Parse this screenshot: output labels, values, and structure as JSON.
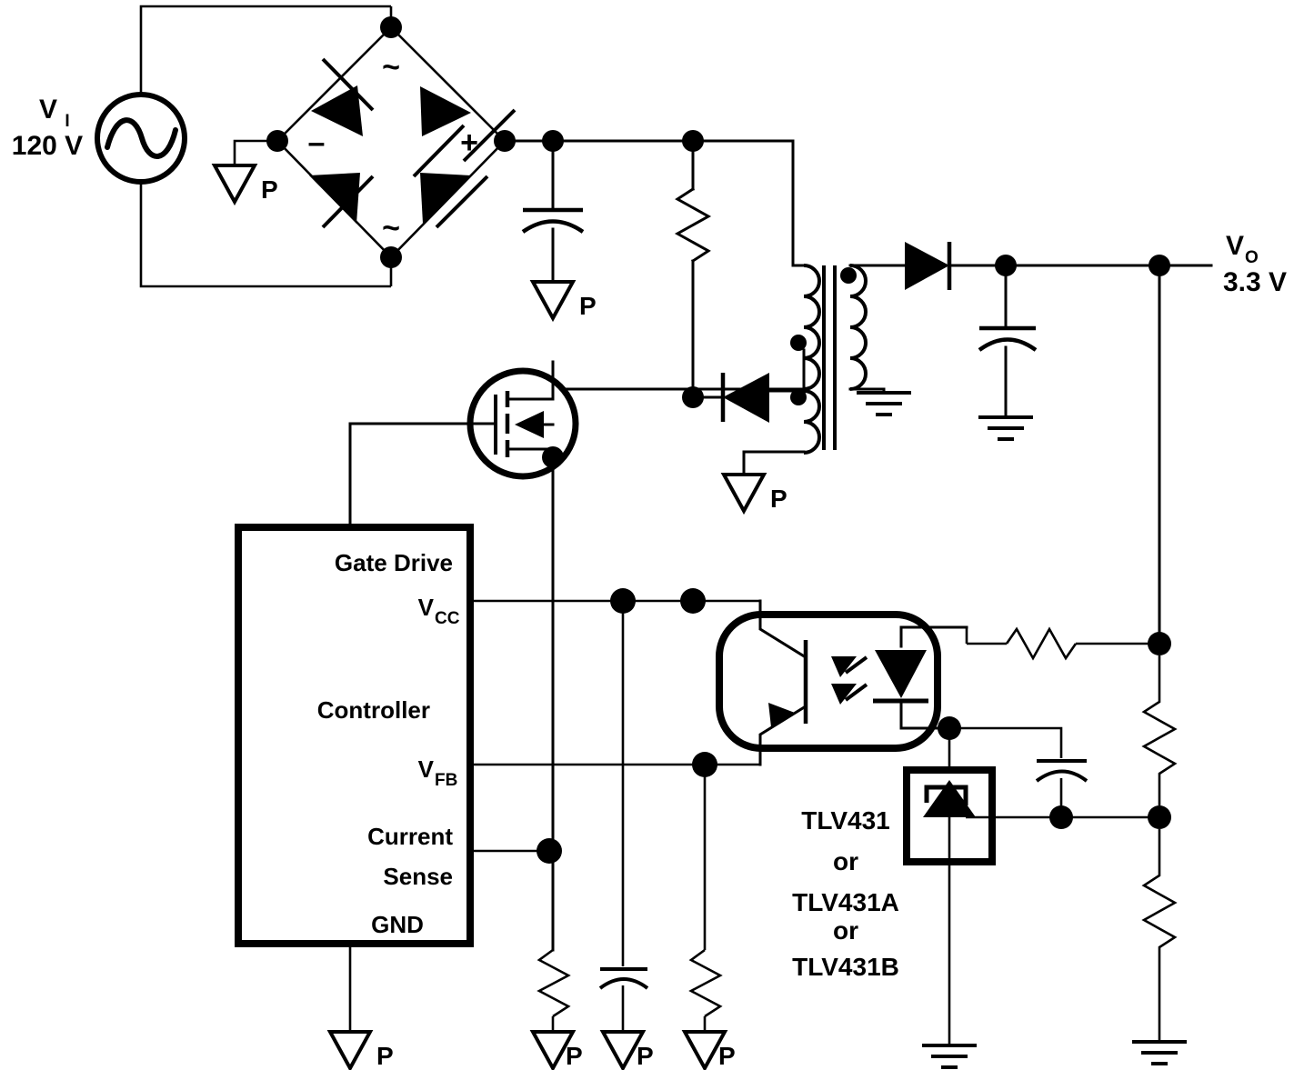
{
  "diagram": {
    "title": "Offline flyback converter with TLV431 secondary-side regulation",
    "type": "schematic"
  },
  "labels": {
    "input_source_name": "V",
    "input_source_sub": "I",
    "input_source_value": "120 V",
    "output_name": "V",
    "output_sub": "O",
    "output_value": "3.3 V",
    "bridge_minus": "–",
    "bridge_plus": "+",
    "bridge_ac_top": "~",
    "bridge_ac_bottom": "~",
    "controller_title": "Controller",
    "pin_gate_drive": "Gate Drive",
    "pin_vcc_main": "V",
    "pin_vcc_sub": "CC",
    "pin_vfb_main": "V",
    "pin_vfb_sub": "FB",
    "pin_current_sense_line1": "Current",
    "pin_current_sense_line2": "Sense",
    "pin_gnd": "GND",
    "shunt_ref_line1": "TLV431",
    "shunt_ref_line2": "or",
    "shunt_ref_line3": "TLV431A",
    "shunt_ref_line4": "or",
    "shunt_ref_line5": "TLV431B",
    "ground_primary": "P"
  },
  "grounds": {
    "primary_symbol_label": "P",
    "primary_instances": 6,
    "earth_instances": 4
  },
  "components": {
    "ac_source": "ac-voltage-source",
    "bridge_rectifier": "full-wave-bridge-rectifier",
    "bulk_capacitor": "electrolytic-capacitor",
    "startup_resistor": "resistor",
    "transformer": "flyback-transformer",
    "mosfet": "n-channel-mosfet",
    "aux_diode": "rectifier-diode",
    "output_diode": "rectifier-diode",
    "output_capacitor": "electrolytic-capacitor",
    "optocoupler": "optocoupler",
    "shunt_regulator": "tlv431-shunt-regulator",
    "feedback_divider": "resistor-divider",
    "compensation_capacitor": "capacitor",
    "bias_resistor": "resistor",
    "sense_resistor": "resistor"
  },
  "colors": {
    "line": "#000000",
    "background": "#ffffff",
    "fill": "#000000"
  }
}
